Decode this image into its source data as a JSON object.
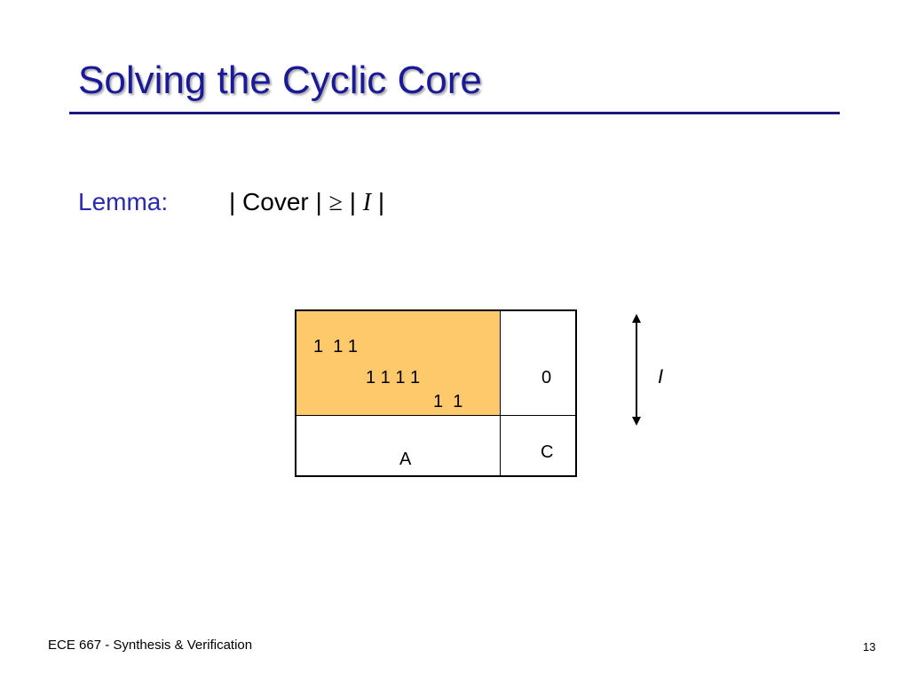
{
  "slide": {
    "title": "Solving the Cyclic Core",
    "lemma": {
      "label": "Lemma:",
      "bar1": "| Cover | ",
      "geq": "≥",
      "bar2": " | ",
      "ivar": "I",
      "bar3": " |"
    },
    "matrix": {
      "core_rows": [
        "1  1 1",
        "1 1 1 1",
        "1  1"
      ],
      "top_right": "0",
      "bottom_left": "A",
      "bottom_right": "C"
    },
    "arrow_label": "I",
    "colors": {
      "title": "#1a1a99",
      "core_fill": "#fdc96b",
      "rule": "#1a1a80"
    },
    "footer": {
      "course": "ECE 667 - Synthesis & Verification",
      "page": "13"
    }
  }
}
